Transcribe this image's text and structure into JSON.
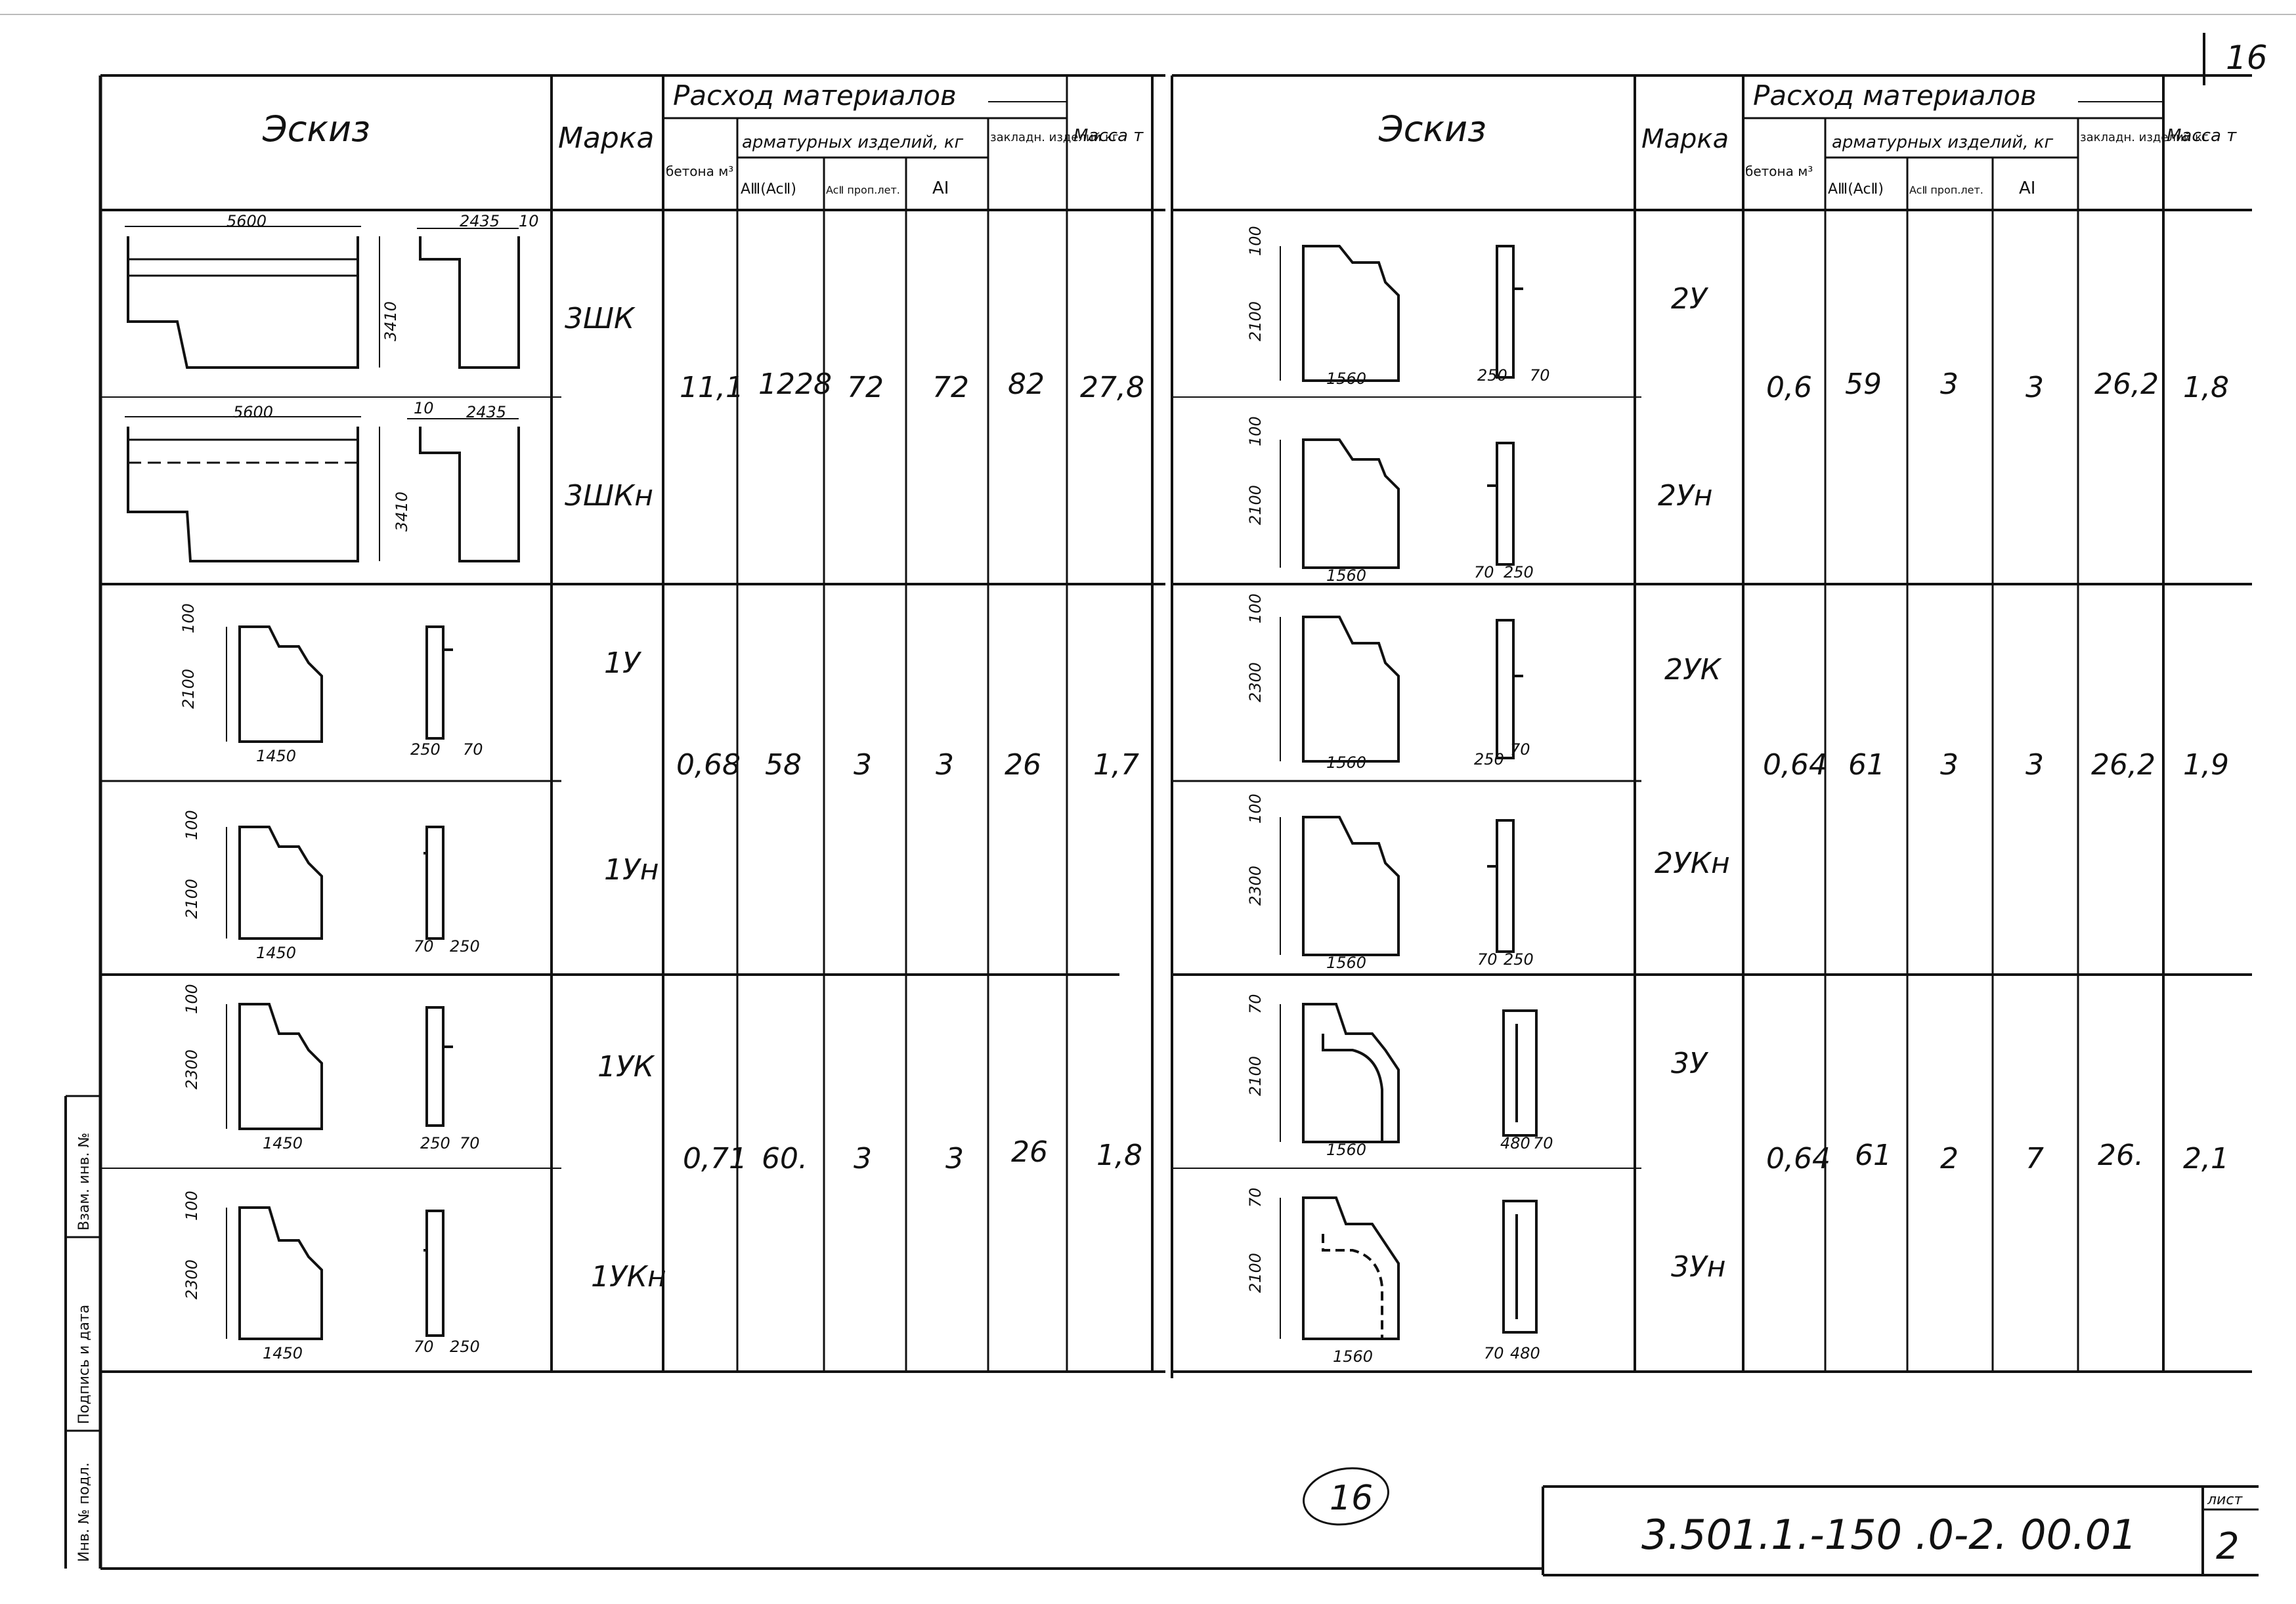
{
  "sheet_number_corner": "16",
  "stamp": "16",
  "headers": {
    "sketch": "Эскиз",
    "mark": "Марка",
    "consumption": "Расход материалов",
    "concrete": "бетона м³",
    "reinforcement": "арматурных изделий, кг",
    "rebar_a3": "AⅢ(AcⅡ)",
    "rebar_ac2": "AcⅡ проп.лет.",
    "rebar_a1": "AI",
    "embedded": "закладн. изделий кг",
    "mass": "Масса т"
  },
  "left_rows": [
    {
      "mark": "3ШК",
      "dims": {
        "len": "5600",
        "sec": "2435",
        "tip": "10",
        "h": "3410"
      }
    },
    {
      "mark": "3ШКн",
      "dims": {
        "len": "5600",
        "sec": "2435",
        "tip": "10",
        "h": "3410"
      }
    },
    {
      "mark": "1У",
      "dims": {
        "top": "100",
        "h": "2100",
        "w": "1450",
        "t": "250",
        "e": "70"
      }
    },
    {
      "mark": "1Ун",
      "dims": {
        "top": "100",
        "h": "2100",
        "w": "1450",
        "t": "250",
        "e": "70"
      }
    },
    {
      "mark": "1УК",
      "dims": {
        "top": "100",
        "h": "2300",
        "w": "1450",
        "t": "250",
        "e": "70"
      }
    },
    {
      "mark": "1УКн",
      "dims": {
        "top": "100",
        "h": "2300",
        "w": "1450",
        "t": "250",
        "e": "70"
      }
    }
  ],
  "left_values": [
    {
      "concrete": "11,1",
      "a3": "1228",
      "ac2": "72",
      "a1": "72",
      "embedded": "82",
      "mass": "27,8"
    },
    {
      "concrete": "0,68",
      "a3": "58",
      "ac2": "3",
      "a1": "3",
      "embedded": "26",
      "mass": "1,7"
    },
    {
      "concrete": "0,71",
      "a3": "60.",
      "ac2": "3",
      "a1": "3",
      "embedded": "26",
      "mass": "1,8"
    }
  ],
  "right_rows": [
    {
      "mark": "2У",
      "dims": {
        "top": "100",
        "h": "2100",
        "w": "1560",
        "t": "250",
        "e": "70"
      }
    },
    {
      "mark": "2Ун",
      "dims": {
        "top": "100",
        "h": "2100",
        "w": "1560",
        "t": "250",
        "e": "70"
      }
    },
    {
      "mark": "2УК",
      "dims": {
        "top": "100",
        "h": "2300",
        "w": "1560",
        "t": "250",
        "e": "70"
      }
    },
    {
      "mark": "2УКн",
      "dims": {
        "top": "100",
        "h": "2300",
        "w": "1560",
        "t": "250",
        "e": "70"
      }
    },
    {
      "mark": "3У",
      "dims": {
        "top": "70",
        "h": "2100",
        "w": "1560",
        "t": "480",
        "e": "70"
      }
    },
    {
      "mark": "3Ун",
      "dims": {
        "top": "70",
        "h": "2100",
        "w": "1560",
        "t": "480",
        "e": "70"
      }
    }
  ],
  "right_values": [
    {
      "concrete": "0,6",
      "a3": "59",
      "ac2": "3",
      "a1": "3",
      "embedded": "26,2",
      "mass": "1,8"
    },
    {
      "concrete": "0,64",
      "a3": "61",
      "ac2": "3",
      "a1": "3",
      "embedded": "26,2",
      "mass": "1,9"
    },
    {
      "concrete": "0,64",
      "a3": "61",
      "ac2": "2",
      "a1": "7",
      "embedded": "26.",
      "mass": "2,1"
    }
  ],
  "side_labels": [
    "Инв. № подл.",
    "Подпись и дата",
    "Взам. инв. №"
  ],
  "title_block": {
    "code": "3.501.1.-150 .0-2. 00.01",
    "sheet_label": "лист",
    "sheet_number": "2"
  }
}
